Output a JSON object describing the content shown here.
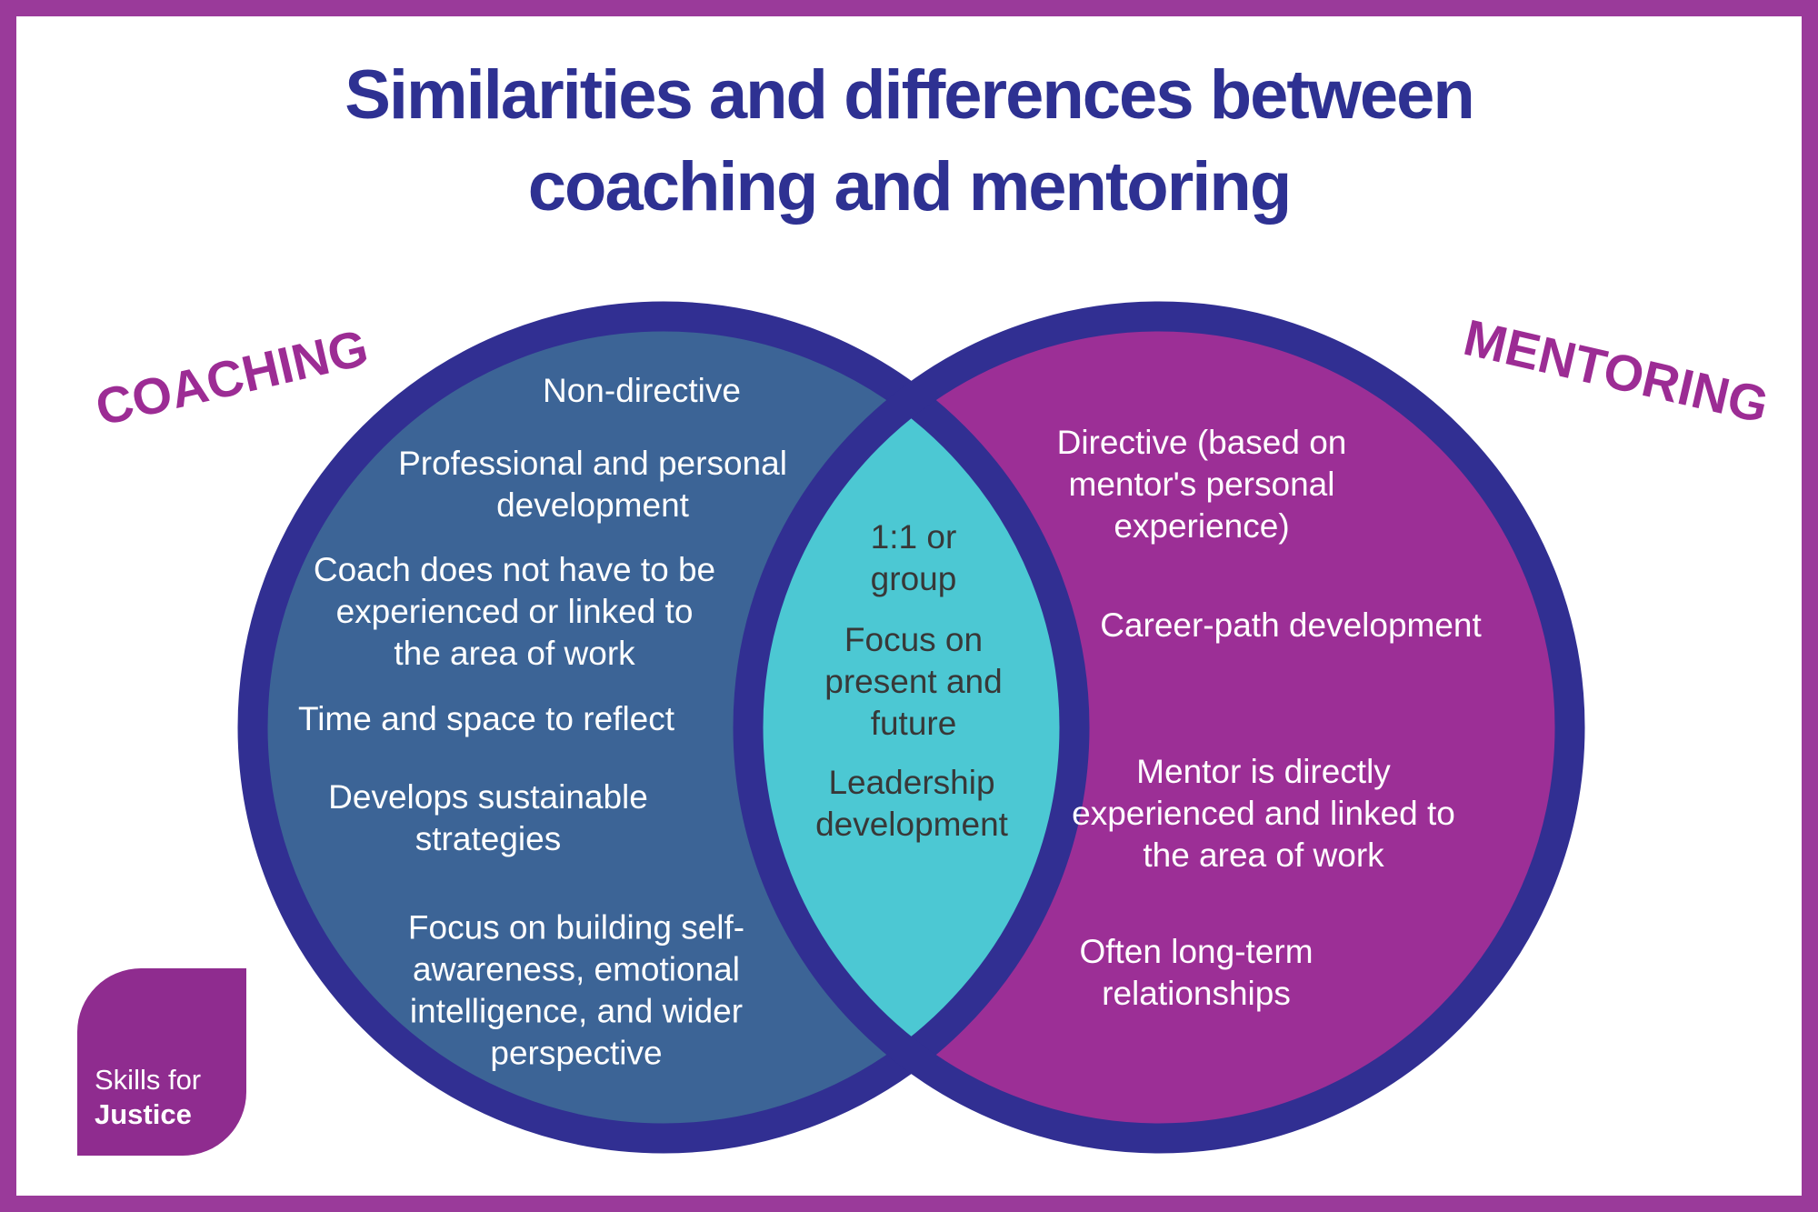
{
  "title": "Similarities and differences between\ncoaching and mentoring",
  "labels": {
    "coaching": "COACHING",
    "mentoring": "MENTORING"
  },
  "venn": {
    "coaching_items": [
      "Non-directive",
      "Professional and personal\ndevelopment",
      "Coach does not have to be\nexperienced or linked to\nthe area of work",
      "Time and space to reflect",
      "Develops sustainable\nstrategies",
      "Focus on building self-\nawareness, emotional\nintelligence, and wider\nperspective"
    ],
    "shared_items": [
      "1:1 or\ngroup",
      "Focus on\npresent and\nfuture",
      "Leadership\ndevelopment"
    ],
    "mentoring_items": [
      "Directive (based on\nmentor's personal\nexperience)",
      "Career-path development",
      "Mentor is directly\nexperienced and linked to\nthe area of work",
      "Often long-term\nrelationships"
    ]
  },
  "logo": {
    "top": "Skills for",
    "bottom": "Justice"
  },
  "colors": {
    "frame_purple": "#9a3a9a",
    "title_navy": "#2e3192",
    "circle_border_navy": "#312f92",
    "coaching_fill": "#3c6496",
    "mentoring_fill": "#9c2f96",
    "overlap_teal": "#4cc8d3",
    "overlap_text": "#383838",
    "side_label_purple": "#9c2c94",
    "logo_purple": "#8f2c8f",
    "text_white": "#ffffff"
  }
}
